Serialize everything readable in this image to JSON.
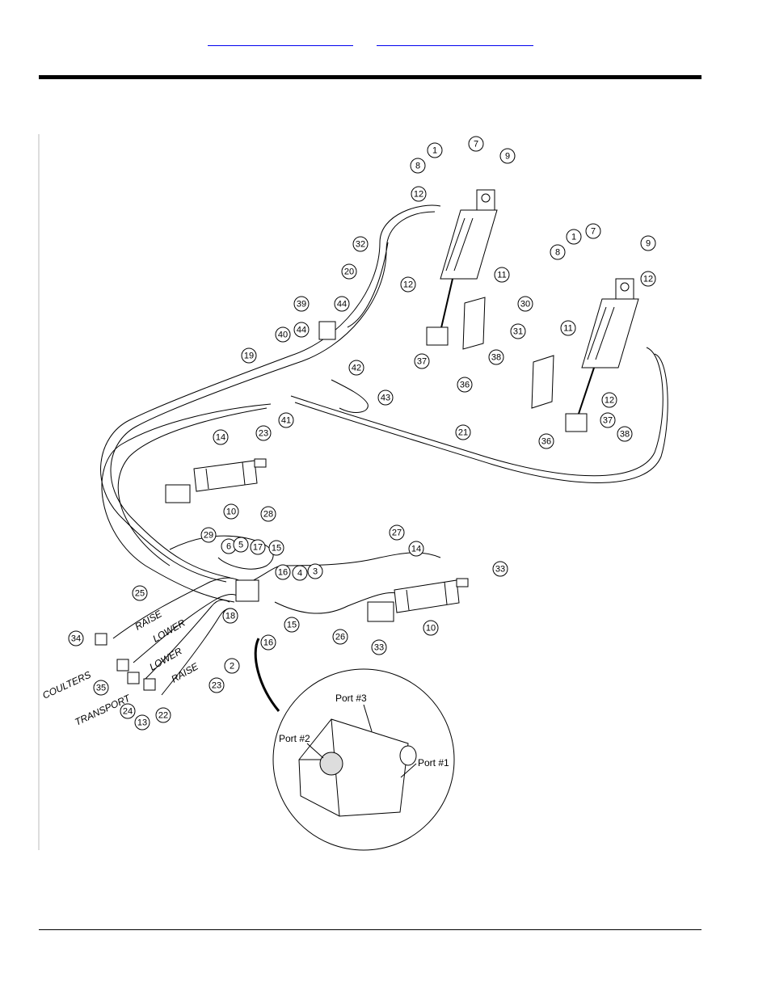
{
  "header": {
    "link_left": "",
    "link_right": ""
  },
  "diagram": {
    "callouts": [
      "1",
      "7",
      "8",
      "9",
      "12",
      "32",
      "20",
      "12",
      "11",
      "1",
      "7",
      "8",
      "9",
      "12",
      "39",
      "44",
      "40",
      "44",
      "30",
      "31",
      "11",
      "19",
      "42",
      "37",
      "38",
      "36",
      "43",
      "12",
      "41",
      "23",
      "21",
      "14",
      "37",
      "36",
      "38",
      "10",
      "28",
      "27",
      "29",
      "6",
      "5",
      "17",
      "15",
      "14",
      "33",
      "16",
      "4",
      "3",
      "25",
      "18",
      "15",
      "10",
      "34",
      "26",
      "33",
      "16",
      "2",
      "35",
      "23",
      "24",
      "22",
      "13"
    ],
    "hose_labels": {
      "raise_1": "RAISE",
      "lower_1": "LOWER",
      "lower_2": "LOWER",
      "raise_2": "RAISE",
      "coulters": "COULTERS",
      "transport": "TRANSPORT"
    },
    "ports": {
      "port1": "Port  #1",
      "port2": "Port  #2",
      "port3": "Port  #3"
    }
  }
}
